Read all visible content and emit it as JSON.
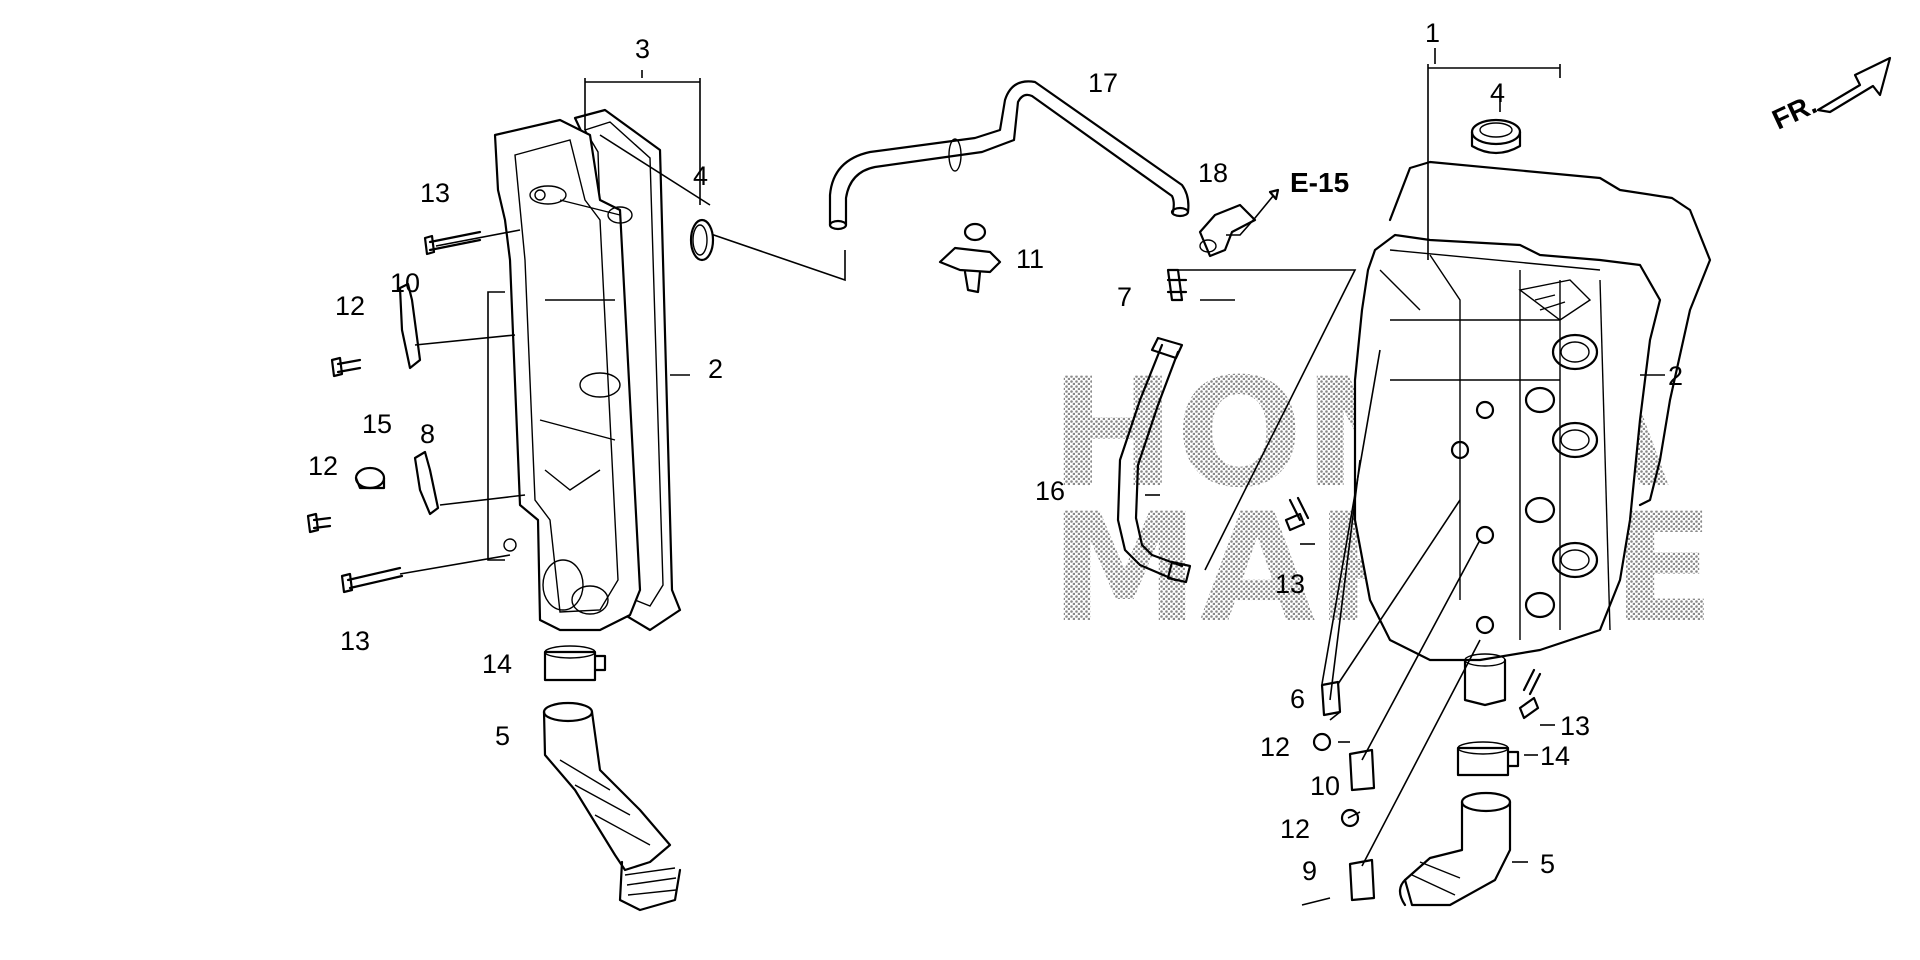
{
  "diagram": {
    "type": "exploded parts diagram",
    "watermark_lines": [
      "HONDA",
      "MARINE"
    ],
    "reference": "E-15",
    "direction_label": "FR.",
    "callouts": {
      "left_assembly": "3",
      "right_assembly": "1",
      "gasket": "2",
      "grommet": "4",
      "intake_tube": "5",
      "bracket_6": "6",
      "joint": "7",
      "bracket_8": "8",
      "bracket_9": "9",
      "bracket_10": "10",
      "clip": "11",
      "bolt_12": "12",
      "bolt_13": "13",
      "band": "14",
      "clamp": "15",
      "tube_16": "16",
      "tube_17": "17",
      "tube_18": "18"
    }
  },
  "colors": {
    "line": "#000000",
    "background": "#ffffff",
    "watermark": "#9a9a9a"
  }
}
